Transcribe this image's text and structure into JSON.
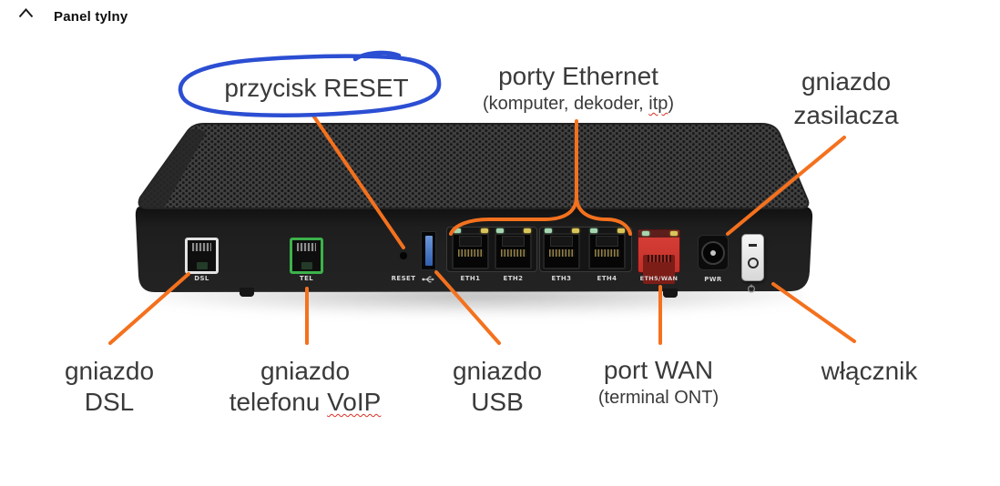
{
  "header": {
    "title": "Panel tylny",
    "collapse_icon": "chevron-up-icon"
  },
  "annotations": {
    "reset_label": "przycisk RESET",
    "ethernet_label": "porty Ethernet",
    "ethernet_sub_prefix": "(komputer, dekoder, ",
    "ethernet_sub_misspelled": "itp",
    "ethernet_sub_suffix": ")",
    "power_line1": "gniazdo",
    "power_line2": "zasilacza",
    "dsl_line1": "gniazdo",
    "dsl_line2": "DSL",
    "tel_line1": "gniazdo",
    "tel_line2_prefix": "telefonu ",
    "tel_line2_misspelled": "VoIP",
    "usb_line1": "gniazdo",
    "usb_line2": "USB",
    "wan_line1": "port WAN",
    "wan_sub": "(terminal ONT)",
    "switch_label": "włącznik"
  },
  "device": {
    "port_labels": {
      "dsl": "DSL",
      "tel": "TEL",
      "reset": "RESET",
      "eth1": "ETH1",
      "eth2": "ETH2",
      "eth3": "ETH3",
      "eth4": "ETH4",
      "wan": "ETH5/WAN",
      "pwr": "PWR"
    },
    "switch_top_mark": "—",
    "switch_bottom_mark": "O",
    "icons": [
      "usb-trident-icon",
      "power-symbol-icon"
    ]
  },
  "colors": {
    "connector_orange": "#F4711E",
    "highlight_blue": "#2B4ED2",
    "annotation_text": "#3A3A3A",
    "squiggle_red": "#D93025",
    "wan_port_red": "#DD3B34",
    "tel_port_green": "#3CB24B",
    "usb_blue": "#3A6FC4",
    "led_green": "#A5D6B0",
    "led_yellow": "#D9C55A",
    "router_body": "#1E1E1E"
  }
}
